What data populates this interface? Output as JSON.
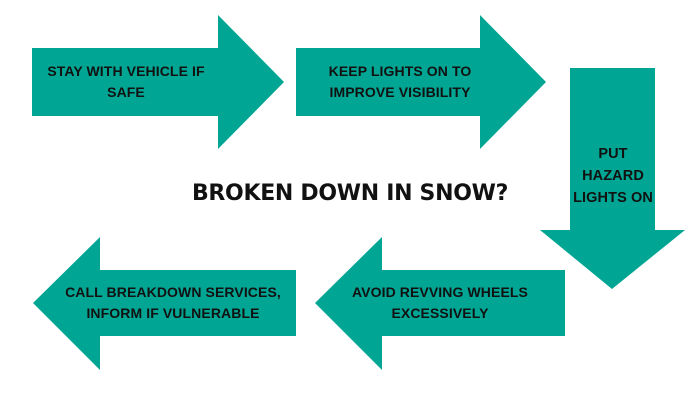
{
  "title": "BROKEN DOWN IN SNOW?",
  "colors": {
    "arrow_fill": "#00A693",
    "text": "#111111",
    "background": "#FFFFFF"
  },
  "steps": [
    {
      "label": "STAY WITH VEHICLE IF SAFE",
      "direction": "right"
    },
    {
      "label": "KEEP LIGHTS ON TO IMPROVE VISIBILITY",
      "direction": "right"
    },
    {
      "label": "PUT HAZARD LIGHTS ON",
      "direction": "down"
    },
    {
      "label": "AVOID REVVING WHEELS EXCESSIVELY",
      "direction": "left"
    },
    {
      "label": "CALL BREAKDOWN SERVICES, INFORM IF VULNERABLE",
      "direction": "left"
    }
  ]
}
